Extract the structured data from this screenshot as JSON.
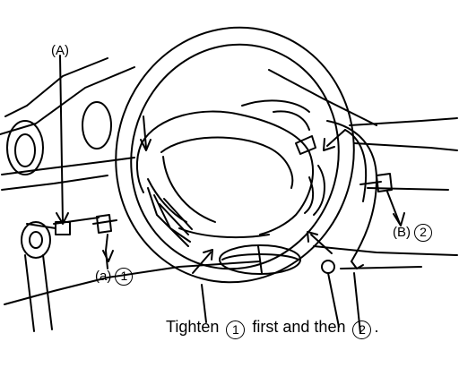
{
  "diagram": {
    "label_a": "(A)",
    "bolt_a": {
      "prefix": "(a)",
      "number": "1"
    },
    "bolt_b": {
      "prefix": "(B)",
      "number": "2"
    },
    "instruction": {
      "before": "Tighten",
      "first_number": "1",
      "middle": "first and then",
      "second_number": "2",
      "end": "."
    }
  },
  "colors": {
    "line": "#000000",
    "background": "#ffffff"
  }
}
